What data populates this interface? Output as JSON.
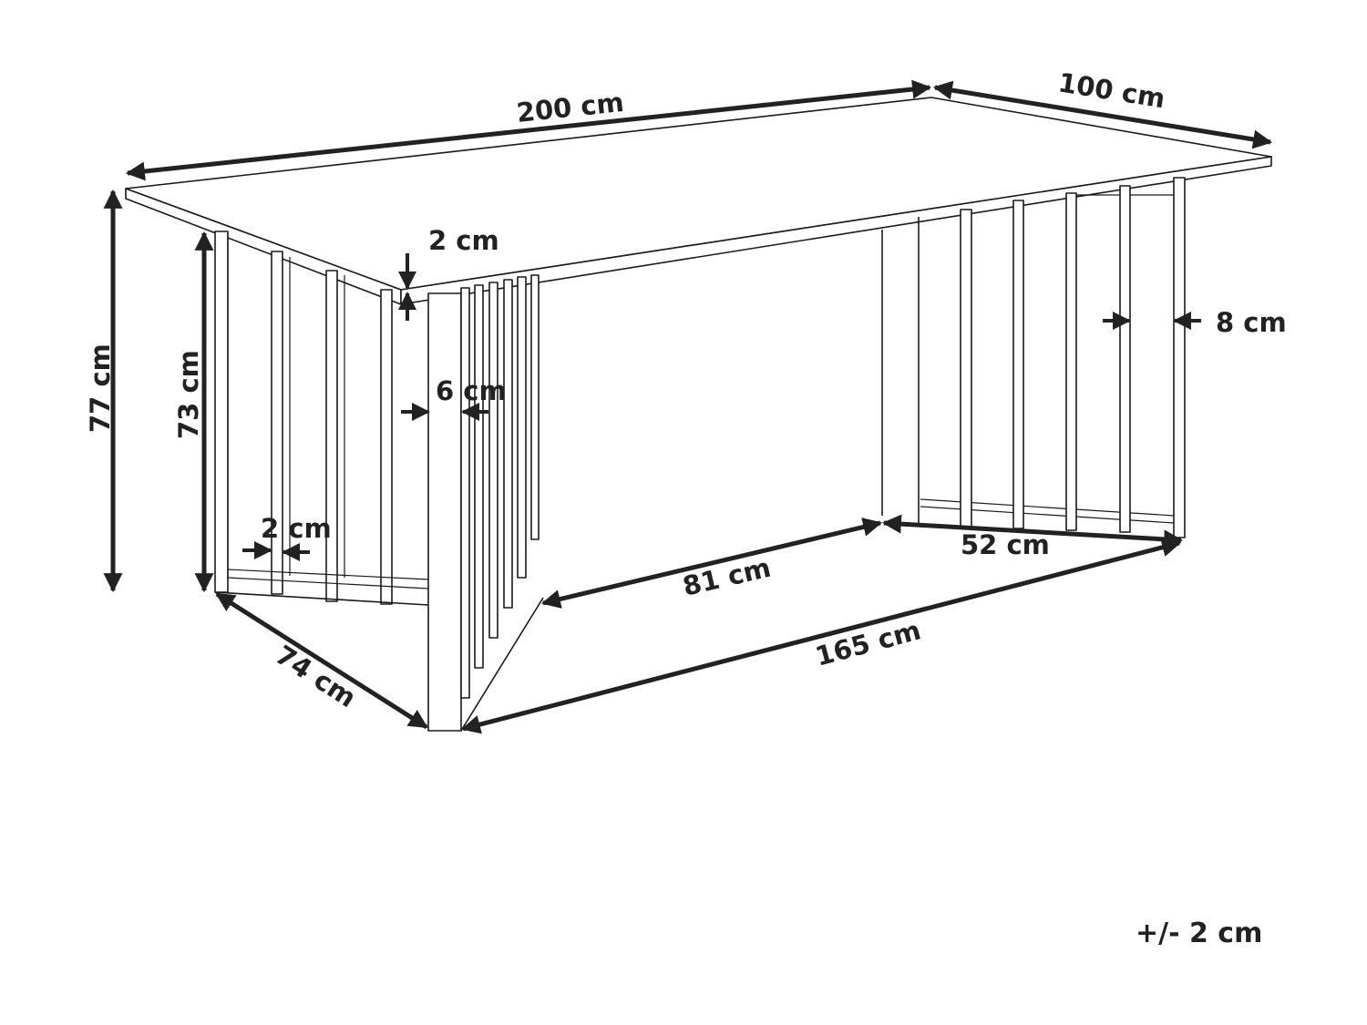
{
  "diagram": {
    "subject": "Rectangular dining table with vertical slatted legs",
    "colors": {
      "line": "#1a1a1a",
      "dimension": "#222222",
      "background": "#ffffff"
    },
    "dimensions": {
      "length": "200 cm",
      "width": "100 cm",
      "total_height": "77 cm",
      "leg_height": "73 cm",
      "top_thickness": "2 cm",
      "leg_end_slat_width": "6 cm",
      "slat_width": "2 cm",
      "slat_spacing": "8 cm",
      "leg_depth": "74 cm",
      "leg_span_inner": "81 cm",
      "leg_span_outer": "165 cm",
      "leg_width": "52 cm"
    },
    "tolerance": "+/- 2 cm"
  }
}
